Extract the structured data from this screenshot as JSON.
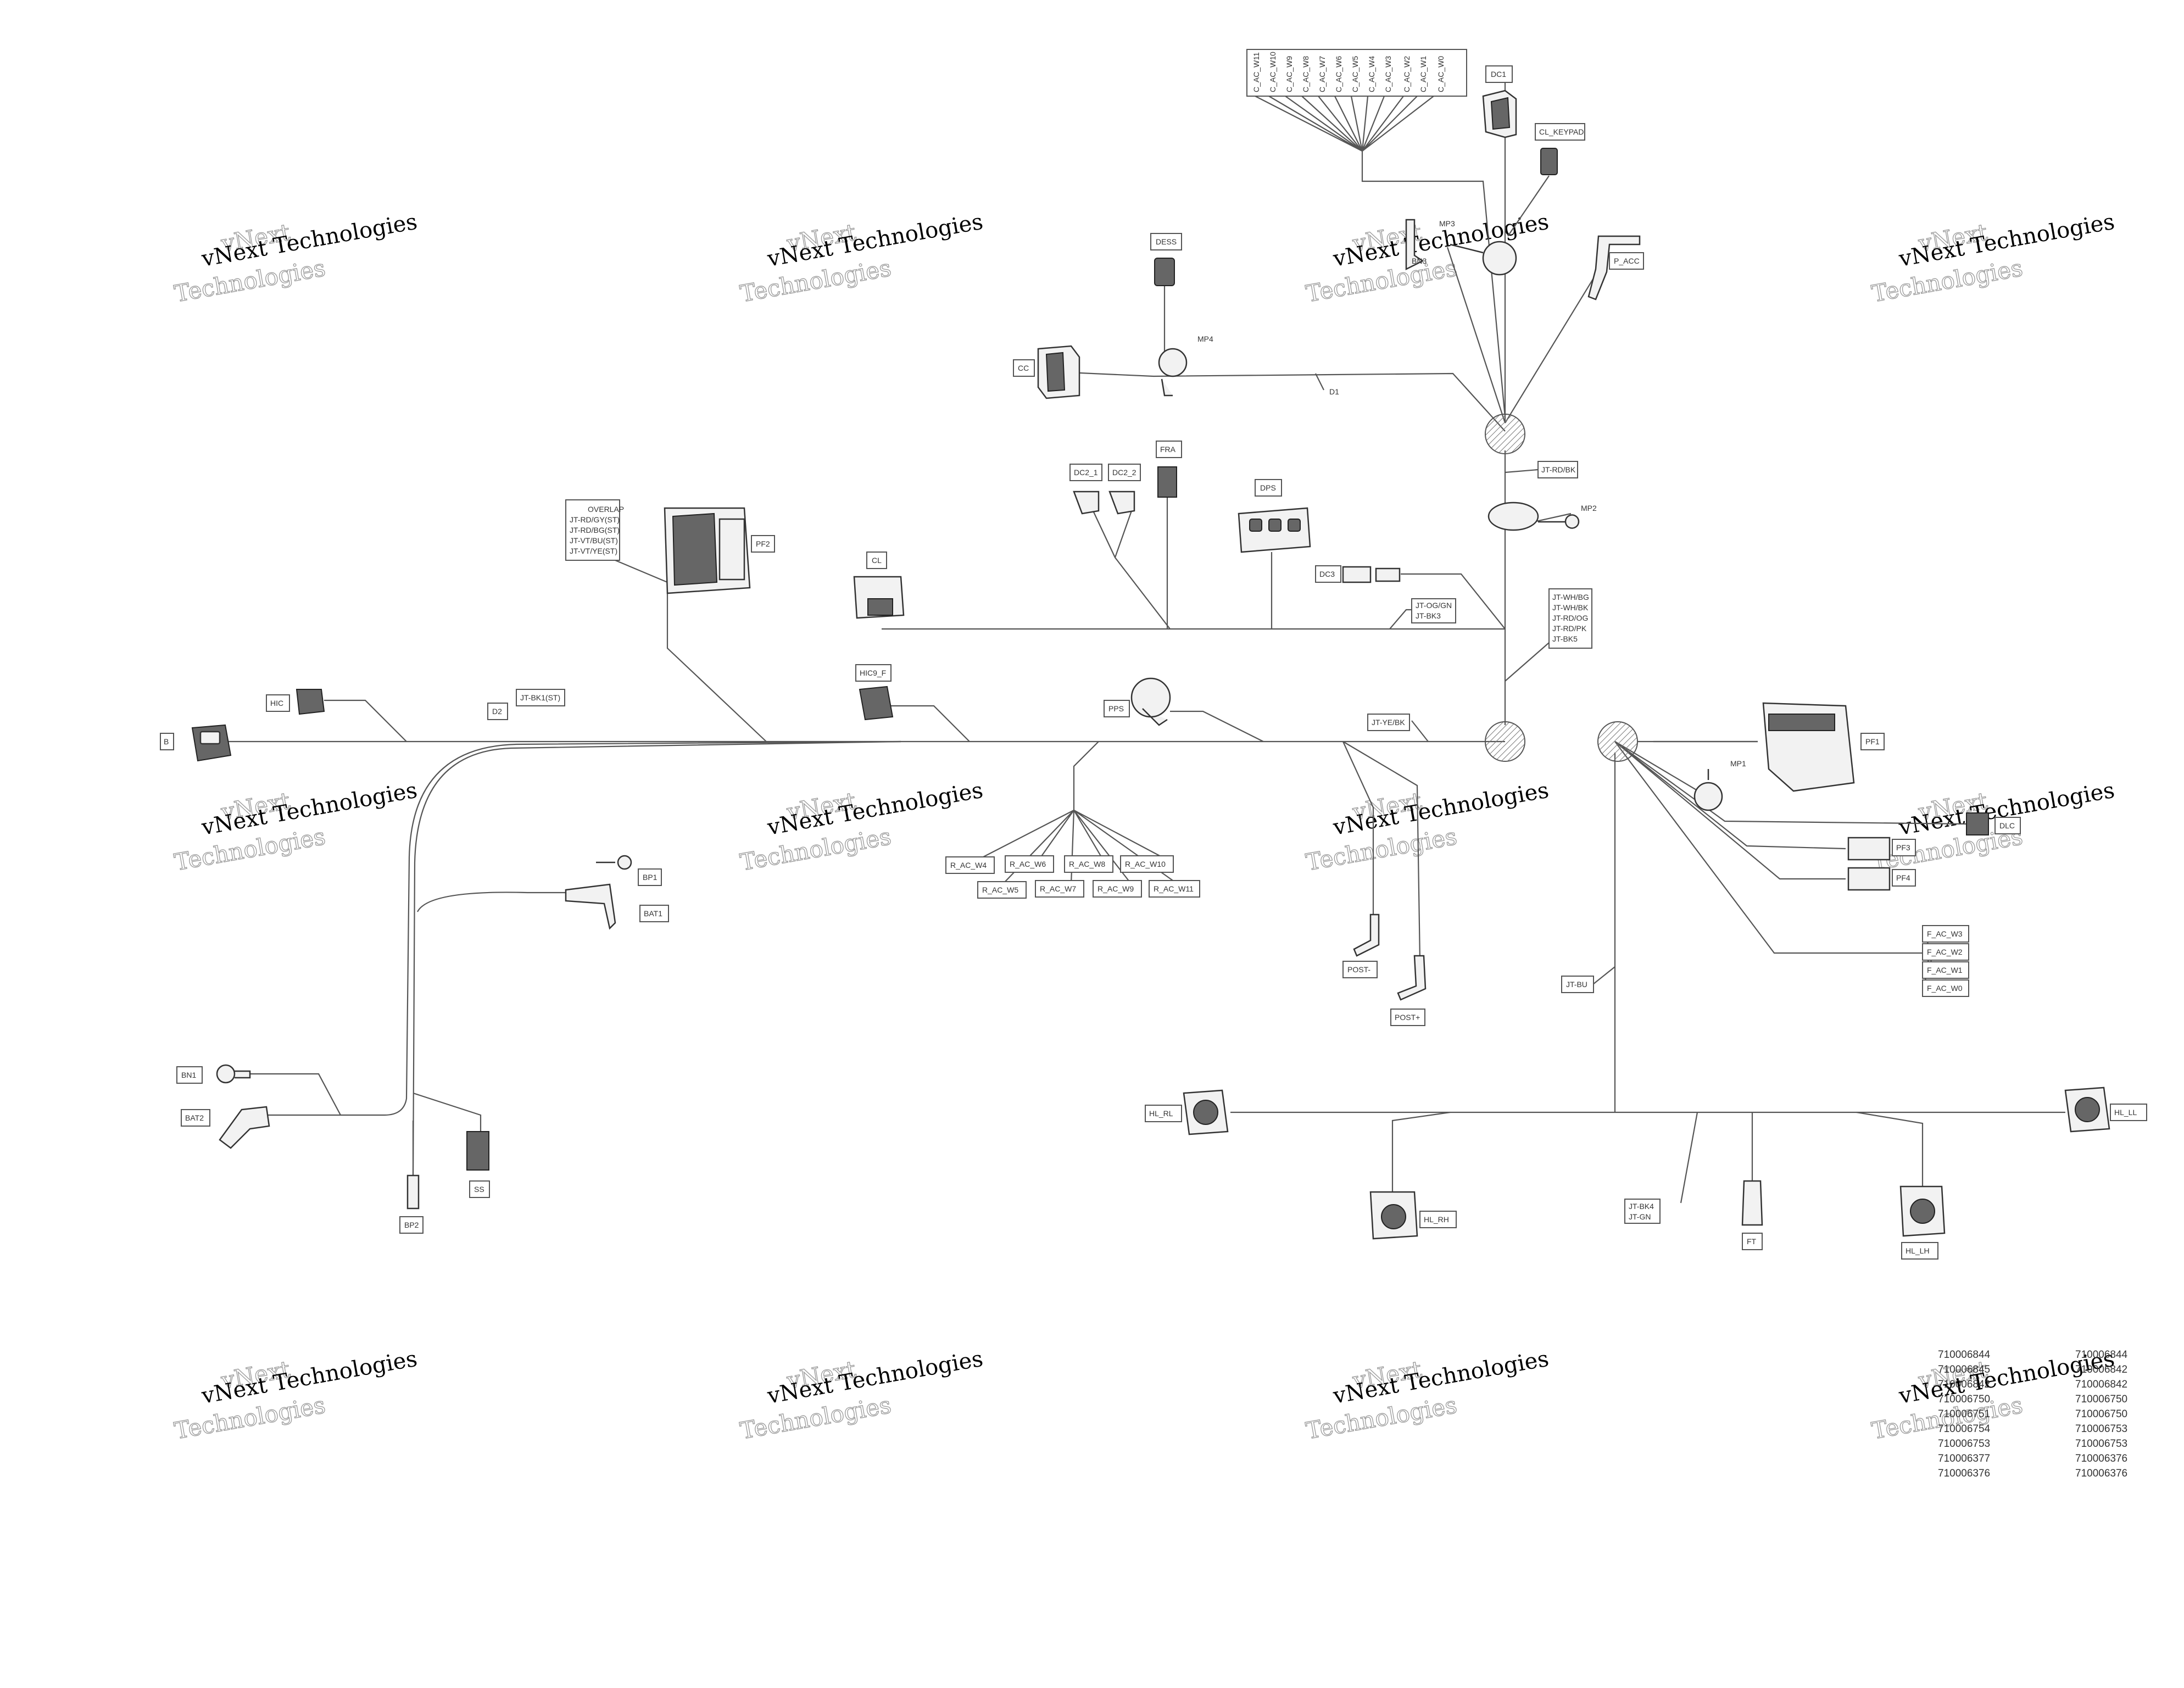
{
  "watermark": {
    "line1": "vNext Technologies",
    "line2": "vNext",
    "line3": "Technologies"
  },
  "connectors": {
    "dc1": "DC1",
    "cl_keypad": "CL_KEYPAD",
    "mp3": "MP3",
    "bn3": "BN3",
    "p_acc": "P_ACC",
    "dess": "DESS",
    "mp4": "MP4",
    "cc": "CC",
    "d1": "D1",
    "fra": "FRA",
    "dc2_1": "DC2_1",
    "dc2_2": "DC2_2",
    "dps": "DPS",
    "dc3": "DC3",
    "jt_rd_bk": "JT-RD/BK",
    "mp2": "MP2",
    "pf2": "PF2",
    "cl": "CL",
    "hic": "HIC",
    "d2": "D2",
    "jt_bk1": "JT-BK1(ST)",
    "b": "B",
    "hic9_f": "HIC9_F",
    "pps": "PPS",
    "jt_ye_bk": "JT-YE/BK",
    "pf1": "PF1",
    "mp1": "MP1",
    "dlc": "DLC",
    "pf3": "PF3",
    "pf4": "PF4",
    "bp1": "BP1",
    "bat1": "BAT1",
    "bn1": "BN1",
    "bat2": "BAT2",
    "ss": "SS",
    "bp2": "BP2",
    "post_minus": "POST-",
    "post_plus": "POST+",
    "jt_bu": "JT-BU",
    "hl_rl": "HL_RL",
    "hl_rh": "HL_RH",
    "ft": "FT",
    "hl_lh": "HL_LH",
    "hl_ll": "HL_LL"
  },
  "c_ac_labels": [
    "C_AC_W11",
    "C_AC_W10",
    "C_AC_W9",
    "C_AC_W8",
    "C_AC_W7",
    "C_AC_W6",
    "C_AC_W5",
    "C_AC_W4",
    "C_AC_W3",
    "C_AC_W2",
    "C_AC_W1",
    "C_AC_W0"
  ],
  "r_ac_top": [
    "R_AC_W4",
    "R_AC_W6",
    "R_AC_W8",
    "R_AC_W10"
  ],
  "r_ac_bottom": [
    "R_AC_W5",
    "R_AC_W7",
    "R_AC_W9",
    "R_AC_W11"
  ],
  "f_ac_labels": [
    "F_AC_W3",
    "F_AC_W2",
    "F_AC_W1",
    "F_AC_W0"
  ],
  "multi_labels": {
    "overlap": [
      "OVERLAP",
      "JT-RD/GY(ST)",
      "JT-RD/BG(ST)",
      "JT-VT/BU(ST)",
      "JT-VT/YE(ST)"
    ],
    "jt_og_gn": [
      "JT-OG/GN",
      "JT-BK3"
    ],
    "jt_wh": [
      "JT-WH/BG",
      "JT-WH/BK",
      "JT-RD/OG",
      "JT-RD/PK",
      "JT-BK5"
    ],
    "jt_bk4": [
      "JT-BK4",
      "JT-GN"
    ]
  },
  "part_numbers": {
    "col1": [
      "710006844",
      "710006845",
      "710006842",
      "710006750",
      "710006751",
      "710006754",
      "710006753",
      "710006377",
      "710006376"
    ],
    "col2": [
      "710006844",
      "710006842",
      "710006842",
      "710006750",
      "710006750",
      "710006753",
      "710006753",
      "710006376",
      "710006376"
    ]
  }
}
